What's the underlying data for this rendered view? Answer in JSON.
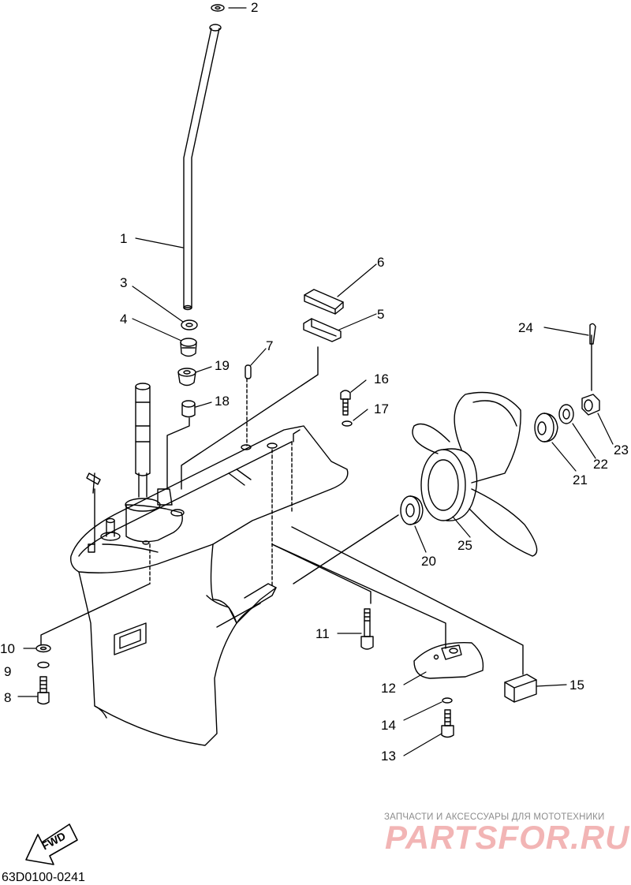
{
  "diagram": {
    "callouts": [
      "1",
      "2",
      "3",
      "4",
      "5",
      "6",
      "7",
      "8",
      "9",
      "10",
      "11",
      "12",
      "13",
      "14",
      "15",
      "16",
      "17",
      "18",
      "19",
      "20",
      "21",
      "22",
      "23",
      "24",
      "25"
    ],
    "fwd_label": "FWD",
    "part_number": "63D0100-0241",
    "watermark": {
      "subtitle": "ЗАПЧАСТИ И АКСЕССУАРЫ ДЛЯ МОТОТЕХНИКИ",
      "brand": "PARTSFOR.RU"
    },
    "colors": {
      "ink": "#000000",
      "watermark_red": "#f2b5b5",
      "watermark_gray": "#8c8c8c"
    }
  }
}
